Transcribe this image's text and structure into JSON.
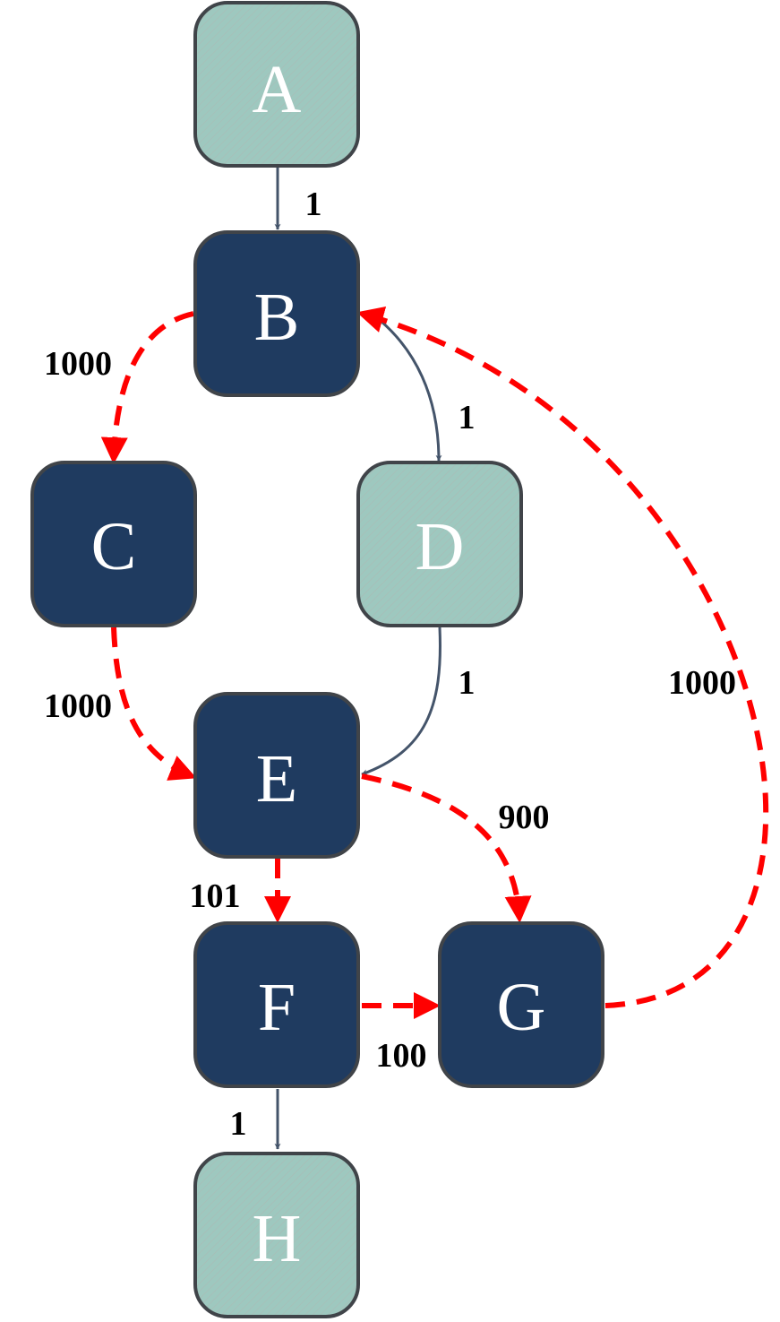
{
  "colors": {
    "node_dark": "#1f3b60",
    "node_light": "#9ec8bf",
    "node_border": "#404449",
    "edge_solid": "#44546a",
    "edge_dashed": "#ff0000"
  },
  "nodes": [
    {
      "id": "A",
      "label": "A",
      "style": "light"
    },
    {
      "id": "B",
      "label": "B",
      "style": "dark"
    },
    {
      "id": "C",
      "label": "C",
      "style": "dark"
    },
    {
      "id": "D",
      "label": "D",
      "style": "light"
    },
    {
      "id": "E",
      "label": "E",
      "style": "dark"
    },
    {
      "id": "F",
      "label": "F",
      "style": "dark"
    },
    {
      "id": "G",
      "label": "G",
      "style": "dark"
    },
    {
      "id": "H",
      "label": "H",
      "style": "light"
    }
  ],
  "edges": [
    {
      "id": "A-B",
      "from": "A",
      "to": "B",
      "weight": "1",
      "style": "solid"
    },
    {
      "id": "B-C",
      "from": "B",
      "to": "C",
      "weight": "1000",
      "style": "dashed"
    },
    {
      "id": "B-D",
      "from": "B",
      "to": "D",
      "weight": "1",
      "style": "solid"
    },
    {
      "id": "C-E",
      "from": "C",
      "to": "E",
      "weight": "1000",
      "style": "dashed"
    },
    {
      "id": "D-E",
      "from": "D",
      "to": "E",
      "weight": "1",
      "style": "solid"
    },
    {
      "id": "G-B",
      "from": "G",
      "to": "B",
      "weight": "1000",
      "style": "dashed"
    },
    {
      "id": "E-G",
      "from": "E",
      "to": "G",
      "weight": "900",
      "style": "dashed"
    },
    {
      "id": "E-F",
      "from": "E",
      "to": "F",
      "weight": "101",
      "style": "dashed"
    },
    {
      "id": "F-G",
      "from": "F",
      "to": "G",
      "weight": "100",
      "style": "dashed"
    },
    {
      "id": "F-H",
      "from": "F",
      "to": "H",
      "weight": "1",
      "style": "solid"
    }
  ]
}
